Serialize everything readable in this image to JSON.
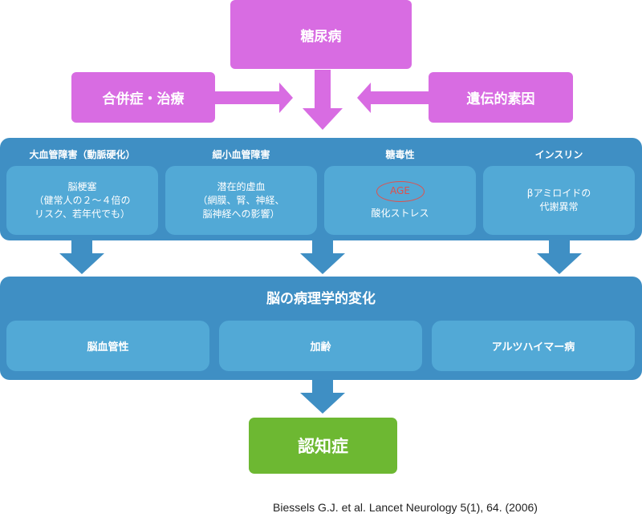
{
  "top": {
    "diabetes": "糖尿病",
    "complications": "合併症・治療",
    "genetic": "遺伝的素因"
  },
  "factors": [
    {
      "title": "大血管障害（動脈硬化）",
      "lines": [
        "脳梗塞",
        "（健常人の２～４倍の",
        "リスク、若年代でも）"
      ]
    },
    {
      "title": "細小血管障害",
      "lines": [
        "潜在的虚血",
        "（網膜、腎、神経、",
        "脳神経への影響）"
      ]
    },
    {
      "title": "糖毒性",
      "badge": "AGE",
      "lines": [
        "酸化ストレス"
      ]
    },
    {
      "title": "インスリン",
      "lines": [
        "βアミロイドの",
        "代謝異常"
      ]
    }
  ],
  "brain": {
    "title": "脳の病理学的変化",
    "items": [
      "脳血管性",
      "加齢",
      "アルツハイマー病"
    ]
  },
  "outcome": "認知症",
  "citation": "Biessels G.J. et al. Lancet Neurology 5(1), 64. (2006)",
  "colors": {
    "pink": "#d86ce2",
    "band": "#3f8fc4",
    "box": "#52a9d6",
    "green": "#6db832",
    "age": "#e0504c"
  }
}
